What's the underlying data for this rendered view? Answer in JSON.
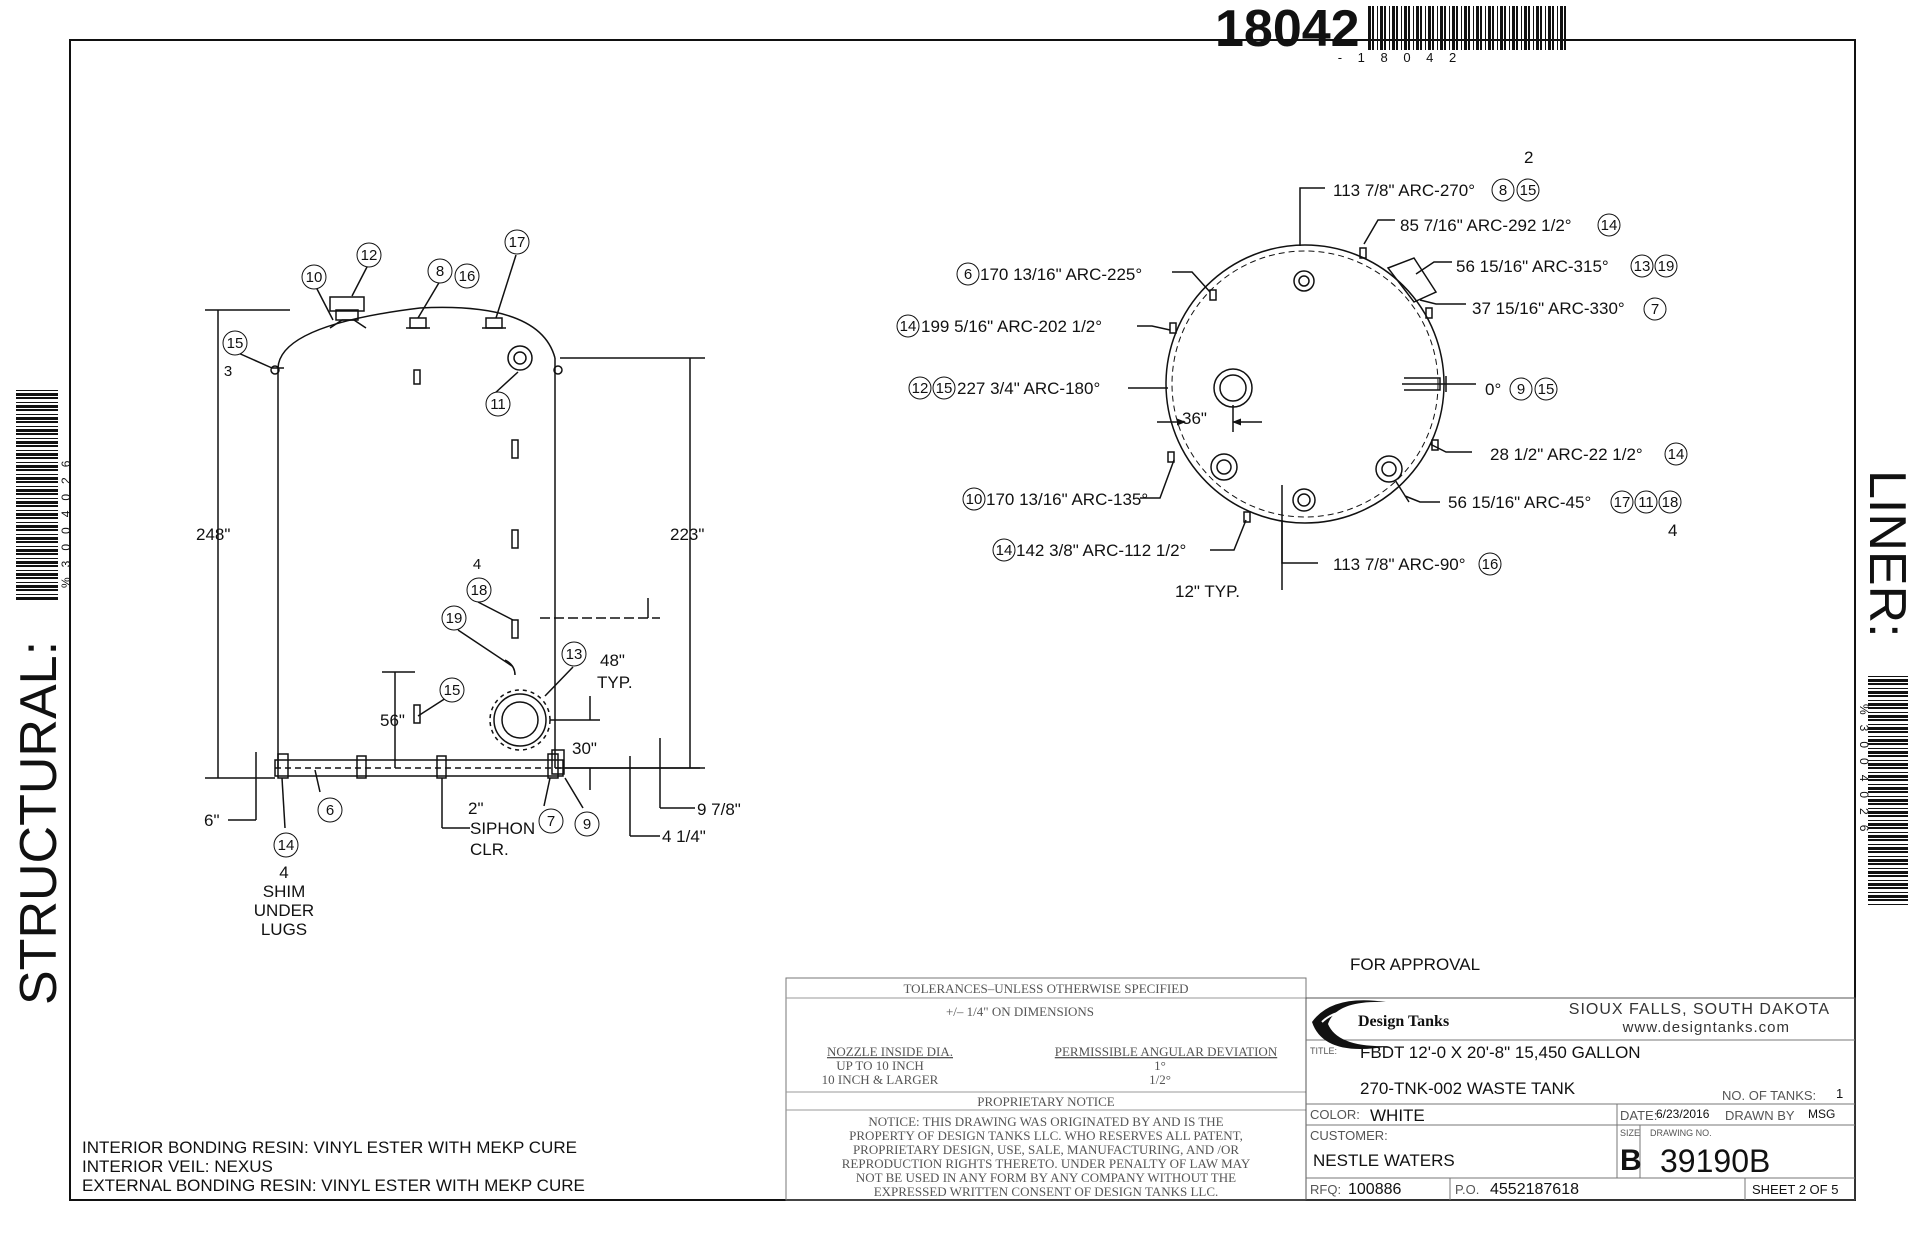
{
  "header": {
    "file_number": "18042",
    "barcode_text": "- 1 8 0 4 2"
  },
  "side_labels": {
    "left": "STRUCTURAL:",
    "left_barcode_text": "%3004026",
    "right": "LINER:",
    "right_barcode_text": "%3004026"
  },
  "elevation": {
    "callouts": {
      "c3": "3",
      "c4": "4",
      "c6": "6",
      "c7": "7",
      "c8": "8",
      "c9": "9",
      "c10": "10",
      "c11": "11",
      "c12": "12",
      "c13": "13",
      "c14": "14",
      "c15a": "15",
      "c15b": "15",
      "c16": "16",
      "c17": "17",
      "c18": "18",
      "c19": "19"
    },
    "dims": {
      "d248": "248\"",
      "d223": "223\"",
      "d48": "48\"",
      "typ": "TYP.",
      "d56": "56\"",
      "d30": "30\"",
      "d6": "6\"",
      "d2": "2\"",
      "siphon": "SIPHON",
      "clr": "CLR.",
      "d978": "9 7/8\"",
      "d414": "4 1/4\""
    },
    "shim_lines": [
      "4",
      "SHIM",
      "UNDER",
      "LUGS"
    ]
  },
  "plan": {
    "labels": {
      "arc270": "113 7/8\" ARC-270°",
      "arc292": "85 7/16\" ARC-292 1/2°",
      "arc315": "56 15/16\" ARC-315°",
      "arc330": "37 15/16\" ARC-330°",
      "arc0": "0°",
      "arc22": "28 1/2\" ARC-22 1/2°",
      "arc45": "56 15/16\" ARC-45°",
      "arc90": "113 7/8\" ARC-90°",
      "arc112": "142 3/8\" ARC-112 1/2°",
      "arc135": "170 13/16\" ARC-135°",
      "arc180": "227 3/4\" ARC-180°",
      "arc202": "199 5/16\" ARC-202 1/2°",
      "arc225": "170 13/16\" ARC-225°",
      "d36": "36\"",
      "typ12": "12\" TYP.",
      "qty2": "2",
      "qty4": "4"
    },
    "callouts": {
      "n6": "6",
      "n7": "7",
      "n8": "8",
      "n9": "9",
      "n10": "10",
      "n11": "11",
      "n12": "12",
      "n13": "13",
      "n14": "14",
      "n15": "15",
      "n16": "16",
      "n17": "17",
      "n18": "18",
      "n19": "19"
    }
  },
  "notes": {
    "for_approval": "FOR APPROVAL",
    "resin_lines": [
      "INTERIOR BONDING RESIN:  VINYL ESTER WITH MEKP CURE",
      "INTERIOR VEIL:  NEXUS",
      "EXTERNAL BONDING RESIN:  VINYL ESTER WITH MEKP CURE"
    ]
  },
  "tolerances": {
    "heading": "TOLERANCES–UNLESS OTHERWISE SPECIFIED",
    "dimensions": "+/– 1/4\" ON DIMENSIONS",
    "col1_heading": "NOZZLE INSIDE DIA.",
    "col2_heading": "PERMISSIBLE ANGULAR DEVIATION",
    "row1_col1": "UP TO 10 INCH",
    "row1_col2": "1°",
    "row2_col1": "10 INCH & LARGER",
    "row2_col2": "1/2°",
    "proprietary_heading": "PROPRIETARY NOTICE",
    "notice_lines": [
      "NOTICE:  THIS DRAWING WAS ORIGINATED BY AND IS THE",
      "PROPERTY OF DESIGN TANKS LLC. WHO RESERVES ALL PATENT,",
      "PROPRIETARY DESIGN, USE, SALE, MANUFACTURING, AND /OR",
      "REPRODUCTION RIGHTS THERETO.  UNDER PENALTY OF LAW MAY",
      "NOT BE USED IN ANY FORM BY ANY COMPANY WITHOUT THE",
      "EXPRESSED WRITTEN CONSENT OF DESIGN TANKS LLC."
    ]
  },
  "title_block": {
    "company": "Design Tanks",
    "location": "SIOUX FALLS, SOUTH DAKOTA",
    "website": "www.designtanks.com",
    "title_label": "TITLE:",
    "title_line1": "FBDT 12'-0 X 20'-8\" 15,450 GALLON",
    "title_line2": "270-TNK-002 WASTE TANK",
    "tanks_label": "NO. OF TANKS:",
    "tanks_value": "1",
    "color_label": "COLOR:",
    "color_value": "WHITE",
    "date_label": "DATE:",
    "date_value": "6/23/2016",
    "drawn_label": "DRAWN BY",
    "drawn_value": "MSG",
    "customer_label": "CUSTOMER:",
    "customer_value": "NESTLE WATERS",
    "size_label": "SIZE",
    "size_value": "B",
    "drawing_no_label": "DRAWING NO.",
    "drawing_no_value": "39190B",
    "rfq_label": "RFQ:",
    "rfq_value": "100886",
    "po_label": "P.O.",
    "po_value": "4552187618",
    "sheet": "SHEET 2 OF 5"
  },
  "colors": {
    "ink": "#111111",
    "paper": "#ffffff",
    "faint": "#555555"
  }
}
